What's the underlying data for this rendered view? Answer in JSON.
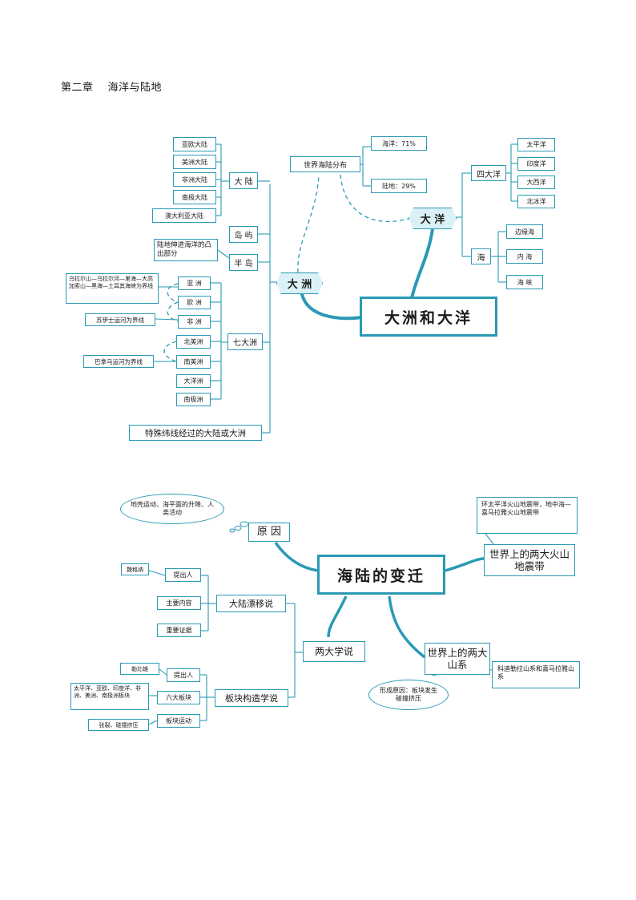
{
  "header": {
    "chapter": "第二章",
    "title": "海洋与陆地"
  },
  "map1": {
    "center": "大洲和大洋",
    "dazhou": "大 洲",
    "dayang": "大 洋",
    "distribution": {
      "label": "世界海陆分布",
      "ocean": "海洋：71%",
      "land": "陆地：29%"
    },
    "dalu": {
      "label": "大 陆",
      "items": [
        "亚欧大陆",
        "美洲大陆",
        "非洲大陆",
        "南极大陆",
        "澳大利亚大陆"
      ]
    },
    "daoyu": "岛 屿",
    "bandao": {
      "label": "半 岛",
      "note": "陆地伸进海洋的凸出部分"
    },
    "qidazhou": {
      "label": "七大洲",
      "items": [
        "亚 洲",
        "欧 洲",
        "非 洲",
        "北美洲",
        "南美洲",
        "大洋洲",
        "南极洲"
      ],
      "note_asia_europe": "乌拉尔山—乌拉尔河—里海—大高加索山—黑海—土耳其海峡为界线",
      "note_suez": "苏伊士运河为界线",
      "note_panama": "巴拿马运河为界线"
    },
    "special": "特殊纬线经过的大陆或大洲",
    "sidayang": {
      "label": "四大洋",
      "items": [
        "太平洋",
        "印度洋",
        "大西洋",
        "北冰洋"
      ]
    },
    "hai": {
      "label": "海",
      "items": [
        "边缘海",
        "内 海",
        "海 峡"
      ]
    }
  },
  "map2": {
    "center": "海陆的变迁",
    "cause": {
      "label": "原 因",
      "note": "地壳运动、海平面的升降、人类活动"
    },
    "belts": {
      "label": "世界上的两大火山地震带",
      "note": "环太平洋火山地震带，地中海—喜马拉雅火山地震带"
    },
    "mountains": {
      "label": "世界上的两大山系",
      "note": "科迪勒拉山系和喜马拉雅山系",
      "reason": "形成原因：板块发生碰撞挤压"
    },
    "theories": {
      "label": "两大学说",
      "drift": {
        "label": "大陆漂移说",
        "items": [
          "提出人",
          "主要内容",
          "重要证据"
        ],
        "proposer": "魏格纳"
      },
      "plate": {
        "label": "板块构造学说",
        "items": [
          "提出人",
          "六大板块",
          "板块运动"
        ],
        "proposer": "勒比雄",
        "plates": "太平洋、亚欧、印度洋、非洲、美洲、南极洲板块",
        "motion": "张裂、碰撞挤压"
      }
    }
  }
}
